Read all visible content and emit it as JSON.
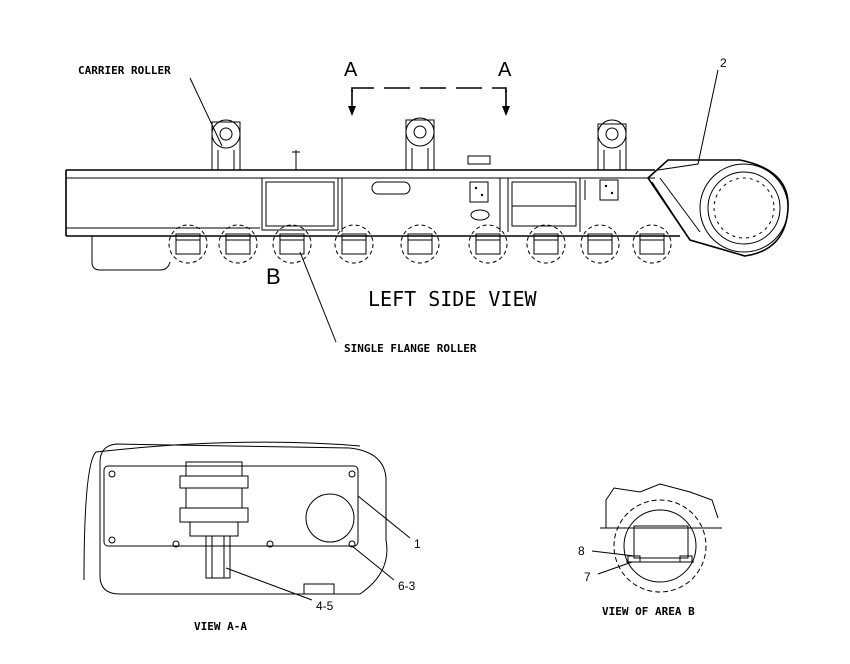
{
  "labels": {
    "carrier_roller": "CARRIER ROLLER",
    "section_a_left": "A",
    "section_a_right": "A",
    "callout_2": "2",
    "callout_b": "B",
    "left_side_view": "LEFT SIDE VIEW",
    "single_flange_roller": "SINGLE FLANGE ROLLER",
    "callout_1": "1",
    "callout_6_3": "6-3",
    "callout_4_5": "4-5",
    "view_a_a": "VIEW A-A",
    "callout_8": "8",
    "callout_7": "7",
    "view_of_area_b": "VIEW OF AREA B"
  }
}
